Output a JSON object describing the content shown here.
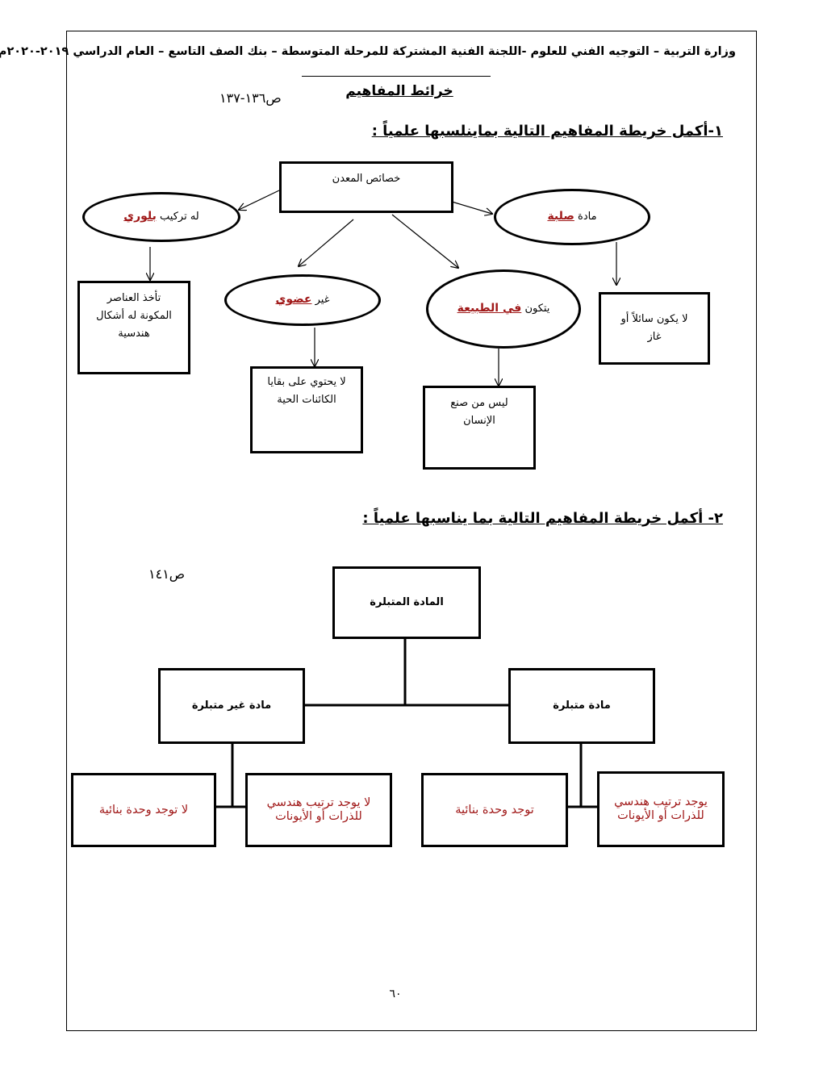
{
  "header": {
    "text": "وزارة التربية – التوجيه الفني للعلوم -اللجنة الفنية المشتركة للمرحلة المتوسطة – بنك الصف التاسع – العام الدراسي ٢٠١٩-٢٠٢٠م"
  },
  "title": "خرائط المفاهيم",
  "section1": {
    "page_ref": "ص١٣٦-١٣٧",
    "question": "١-أكمل خريطة المفاهيم التالية بماينلسبها علمياً :",
    "root": "خصائص المعدن",
    "n_solid": {
      "prefix": "مادة ",
      "fill": "صلبة"
    },
    "n_crystal": {
      "prefix": "له تركيب ",
      "fill": "بلوري"
    },
    "n_inorganic": {
      "prefix": "غير ",
      "fill": "عضوي"
    },
    "n_nature": {
      "prefix": "يتكون ",
      "fill": "في الطبيعة"
    },
    "box_not_liquid": "لا يكون سائلاً أو غاز",
    "box_crystal_shapes": "تأخذ العناصر المكونة له أشكال هندسية",
    "box_no_remains": "لا يحتوي على بقايا الكائنات الحية",
    "box_not_manmade": "ليس من صنع الإنسان"
  },
  "section2": {
    "page_ref": "ص١٤١",
    "question": "٢- أكمل خريطة المفاهيم التالية بما يناسبها علمياً :",
    "root": "المادة المتبلرة",
    "amorphous": "مادة غير متبلرة",
    "crystalline": "مادة متبلرة",
    "ans_no_unit": "لا توجد وحدة بنائية",
    "ans_no_arrangement": "لا يوجد ترتيب هندسي للذرات أو الأيونات",
    "ans_unit": "توجد وحدة بنائية",
    "ans_arrangement": "يوجد ترتيب هندسي للذرات أو الأيونات"
  },
  "page_number": "٦٠"
}
